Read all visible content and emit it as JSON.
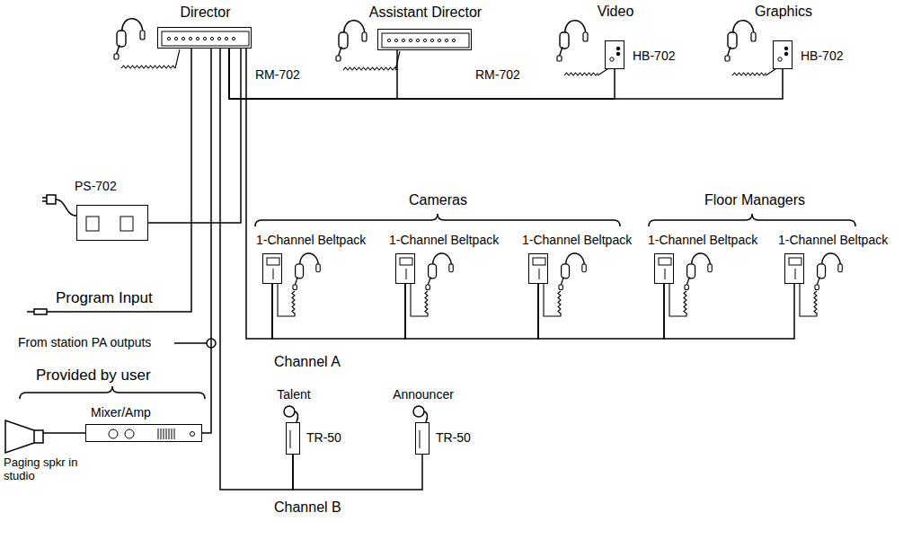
{
  "diagram": {
    "nodes": [
      {
        "text": [
          "Director",
          "RM-702"
        ]
      },
      {
        "text": [
          "Assistant Director",
          "RM-702"
        ]
      },
      {
        "text": [
          "Video",
          "HB-702"
        ]
      },
      {
        "text": [
          "Graphics",
          "HB-702"
        ]
      },
      {
        "text": [
          "PS-702"
        ]
      },
      {
        "text": [
          "1-Channel Beltpack"
        ]
      },
      {
        "text": [
          "1-Channel Beltpack"
        ]
      },
      {
        "text": [
          "1-Channel Beltpack"
        ]
      },
      {
        "text": [
          "1-Channel Beltpack"
        ]
      },
      {
        "text": [
          "1-Channel Beltpack"
        ]
      },
      {
        "text": [
          "Talent",
          "TR-50"
        ]
      },
      {
        "text": [
          "Announcer",
          "TR-50"
        ]
      },
      {
        "text": [
          "Mixer/Amp"
        ]
      },
      {
        "text": [
          "Paging spkr in studio"
        ]
      }
    ],
    "edges": [
      {
        "from": 0,
        "to": 1,
        "arrow": "none"
      },
      {
        "from": 0,
        "to": 2,
        "arrow": "none"
      },
      {
        "from": 0,
        "to": 3,
        "arrow": "none"
      },
      {
        "from": 4,
        "to": 0,
        "arrow": "none"
      },
      {
        "from": 0,
        "to": 5,
        "arrow": "none"
      },
      {
        "from": 5,
        "to": 6,
        "arrow": "none"
      },
      {
        "from": 6,
        "to": 7,
        "arrow": "none"
      },
      {
        "from": 7,
        "to": 8,
        "arrow": "none"
      },
      {
        "from": 8,
        "to": 9,
        "arrow": "none"
      },
      {
        "from": 0,
        "to": 10,
        "arrow": "none"
      },
      {
        "from": 10,
        "to": 11,
        "arrow": "none"
      },
      {
        "from": 0,
        "to": 12,
        "arrow": "none"
      },
      {
        "from": 12,
        "to": 13,
        "arrow": "none"
      }
    ],
    "labels": [
      "Cameras",
      "Floor Managers",
      "Program Input",
      "From station PA outputs",
      "Provided by user",
      "Channel A",
      "Channel B"
    ]
  }
}
